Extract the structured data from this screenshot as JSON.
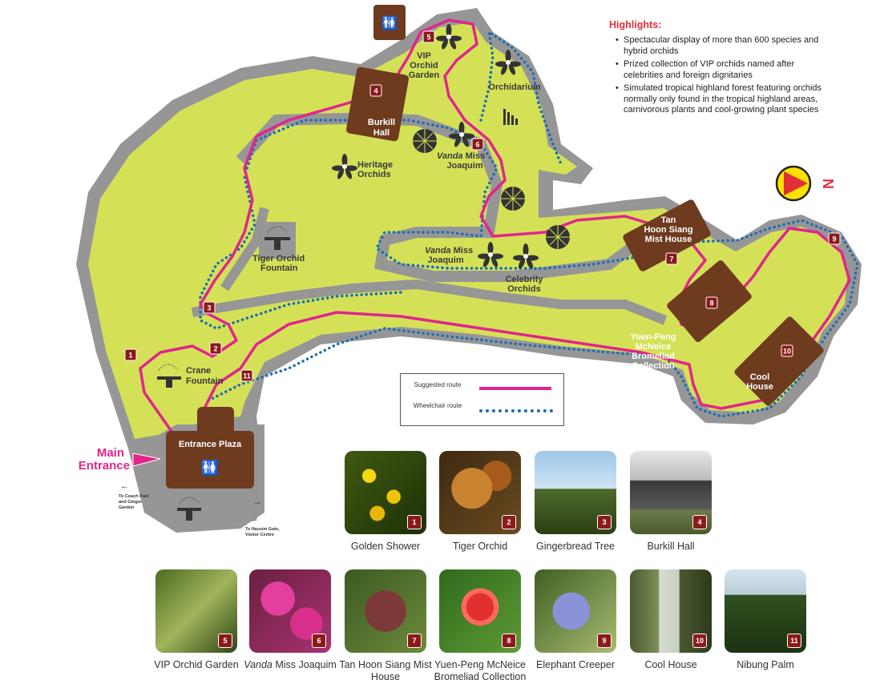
{
  "colors": {
    "park": "#d4e157",
    "path": "#969696",
    "building": "#6e3b1f",
    "route": "#e0268c",
    "wheelchair": "#1c6db3",
    "badge": "#8b1a1a",
    "highlight_heading": "#e12f3a"
  },
  "highlights": {
    "heading": "Highlights:",
    "items": [
      "Spectacular display of more than 600 species and hybrid orchids",
      "Prized collection of VIP orchids named after celebrities and foreign dignitaries",
      "Simulated tropical highland forest featuring orchids normally only found in the tropical highland areas, carnivorous plants and cool-growing plant species"
    ]
  },
  "legend": {
    "route_label": "Suggested route",
    "wheelchair_label": "Wheelchair route"
  },
  "compass": {
    "label": "N"
  },
  "map_labels": {
    "main_entrance_1": "Main",
    "main_entrance_2": "Entrance",
    "entrance_plaza": "Entrance Plaza",
    "crane_fountain_1": "Crane",
    "crane_fountain_2": "Fountain",
    "tiger_fountain_1": "Tiger Orchid",
    "tiger_fountain_2": "Fountain",
    "burkill_1": "Burkill",
    "burkill_2": "Hall",
    "vip_1": "VIP",
    "vip_2": "Orchid",
    "vip_3": "Garden",
    "orchidarium": "Orchidarium",
    "heritage_1": "Heritage",
    "heritage_2": "Orchids",
    "vanda_a_1": "Vanda",
    "vanda_a_1b": " Miss",
    "vanda_a_2": "Joaquim",
    "vanda_b_1": "Vanda",
    "vanda_b_1b": " Miss",
    "vanda_b_2": "Joaquim",
    "celebrity_1": "Celebrity",
    "celebrity_2": "Orchids",
    "tan_1": "Tan",
    "tan_2": "Hoon Siang",
    "tan_3": "Mist House",
    "yp_1": "Yuen-Peng",
    "yp_2": "McNeice",
    "yp_3": "Bromeliad",
    "yp_4": "Collection",
    "cool_1": "Cool",
    "cool_2": "House",
    "coach_1": "To Coach Park",
    "coach_2": "and Ginger",
    "coach_3": "Garden",
    "nassim_1": "To Nassim Gate,",
    "nassim_2": "Visitor Centre"
  },
  "stops": [
    "1",
    "2",
    "3",
    "4",
    "5",
    "6",
    "7",
    "8",
    "9",
    "10",
    "11"
  ],
  "gallery": [
    {
      "num": "1",
      "name": "Golden Shower"
    },
    {
      "num": "2",
      "name": "Tiger Orchid"
    },
    {
      "num": "3",
      "name": "Gingerbread Tree"
    },
    {
      "num": "4",
      "name": "Burkill Hall"
    },
    {
      "num": "5",
      "name": "VIP Orchid Garden"
    },
    {
      "num": "6",
      "name_italic": "Vanda",
      "name_rest": " Miss Joaquim"
    },
    {
      "num": "7",
      "name": "Tan Hoon Siang Mist House"
    },
    {
      "num": "8",
      "name": "Yuen-Peng McNeice Bromeliad Collection"
    },
    {
      "num": "9",
      "name": "Elephant Creeper"
    },
    {
      "num": "10",
      "name": "Cool House"
    },
    {
      "num": "11",
      "name": "Nibung Palm"
    }
  ]
}
